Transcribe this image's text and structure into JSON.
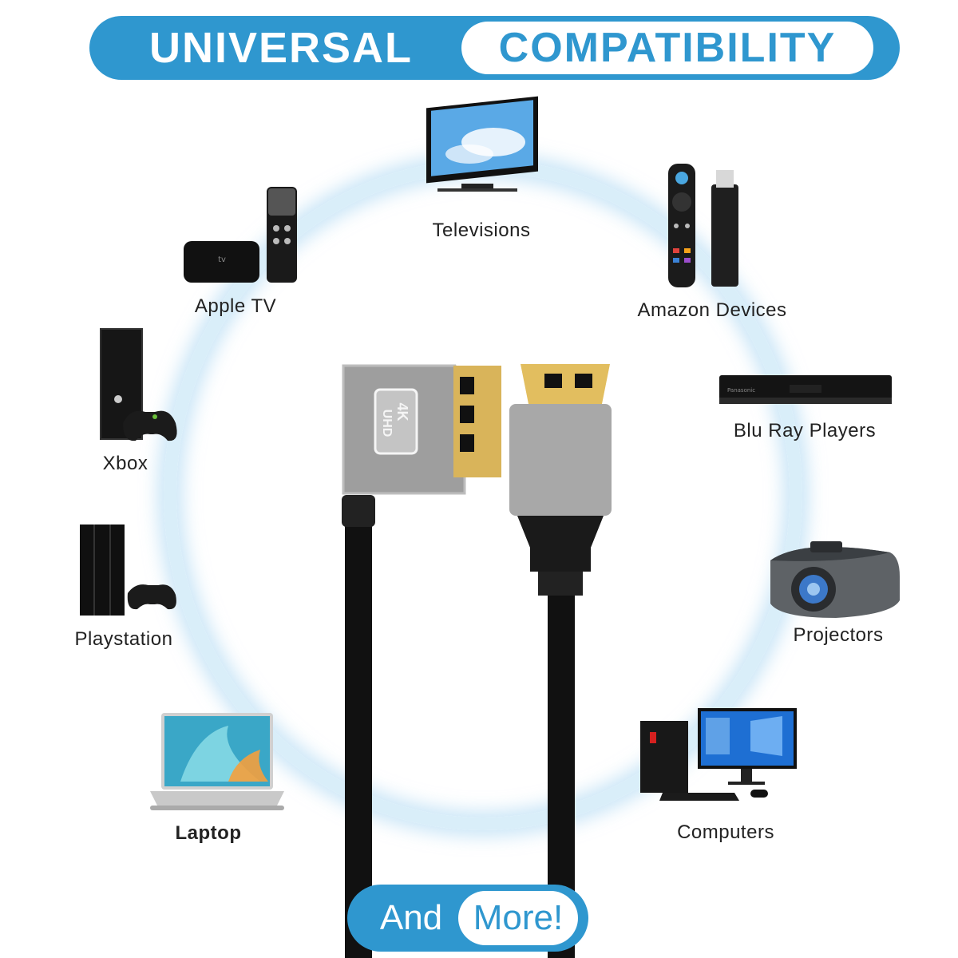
{
  "banner": {
    "left_text": "UNIVERSAL",
    "right_text": "COMPATIBILITY"
  },
  "devices": [
    {
      "label": "Televisions"
    },
    {
      "label": "Apple TV"
    },
    {
      "label": "Amazon Devices"
    },
    {
      "label": "Xbox"
    },
    {
      "label": "Blu Ray Players"
    },
    {
      "label": "Playstation"
    },
    {
      "label": "Projectors"
    },
    {
      "label": "Laptop"
    },
    {
      "label": "Computers"
    }
  ],
  "cable": {
    "badge_top": "4K",
    "badge_bottom": "UHD"
  },
  "footer": {
    "left_text": "And",
    "right_text": "More!"
  },
  "colors": {
    "accent": "#2f97cf",
    "ring": "#d9eef9",
    "connector_gold": "#d9b45a",
    "housing_gray": "#9a9a9a"
  }
}
